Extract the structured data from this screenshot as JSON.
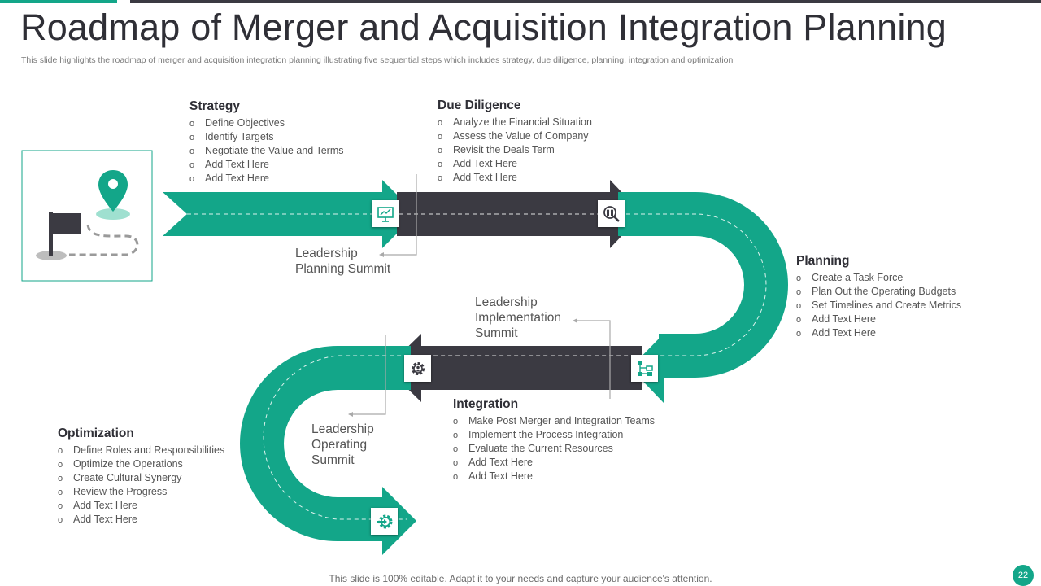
{
  "title": "Roadmap of Merger and Acquisition Integration Planning",
  "subtitle": "This slide highlights the roadmap of merger and acquisition integration planning illustrating five sequential steps which includes strategy, due diligence, planning, integration and optimization",
  "colors": {
    "accent": "#13a689",
    "dark": "#3b3a42"
  },
  "steps": {
    "strategy": {
      "title": "Strategy",
      "items": [
        "Define Objectives",
        "Identify Targets",
        "Negotiate the Value and Terms",
        "Add Text Here",
        "Add Text Here"
      ],
      "icon": "presentation-board-icon"
    },
    "due_diligence": {
      "title": "Due Diligence",
      "items": [
        "Analyze the Financial Situation",
        "Assess the Value of Company",
        "Revisit the Deals Term",
        "Add Text Here",
        "Add Text Here"
      ],
      "icon": "magnifier-people-icon"
    },
    "planning": {
      "title": "Planning",
      "items": [
        "Create a Task Force",
        "Plan Out the Operating Budgets",
        "Set Timelines and Create Metrics",
        "Add Text Here",
        "Add Text Here"
      ],
      "icon": "flowchart-icon"
    },
    "integration": {
      "title": "Integration",
      "items": [
        "Make Post Merger and Integration Teams",
        "Implement the Process Integration",
        "Evaluate the Current Resources",
        "Add Text Here",
        "Add Text Here"
      ],
      "icon": "gear-person-icon"
    },
    "optimization": {
      "title": "Optimization",
      "items": [
        "Define Roles and Responsibilities",
        "Optimize the Operations",
        "Create Cultural Synergy",
        "Review the Progress",
        "Add Text Here",
        "Add Text Here"
      ],
      "icon": "gear-arrow-icon"
    }
  },
  "summits": {
    "planning": [
      "Leadership",
      "Planning Summit"
    ],
    "implementation": [
      "Leadership",
      "Implementation",
      "Summit"
    ],
    "operating": [
      "Leadership",
      "Operating",
      "Summit"
    ]
  },
  "bullet_char": "o",
  "footer": "This slide is 100% editable. Adapt it to your needs and capture your audience's attention.",
  "page_number": "22"
}
